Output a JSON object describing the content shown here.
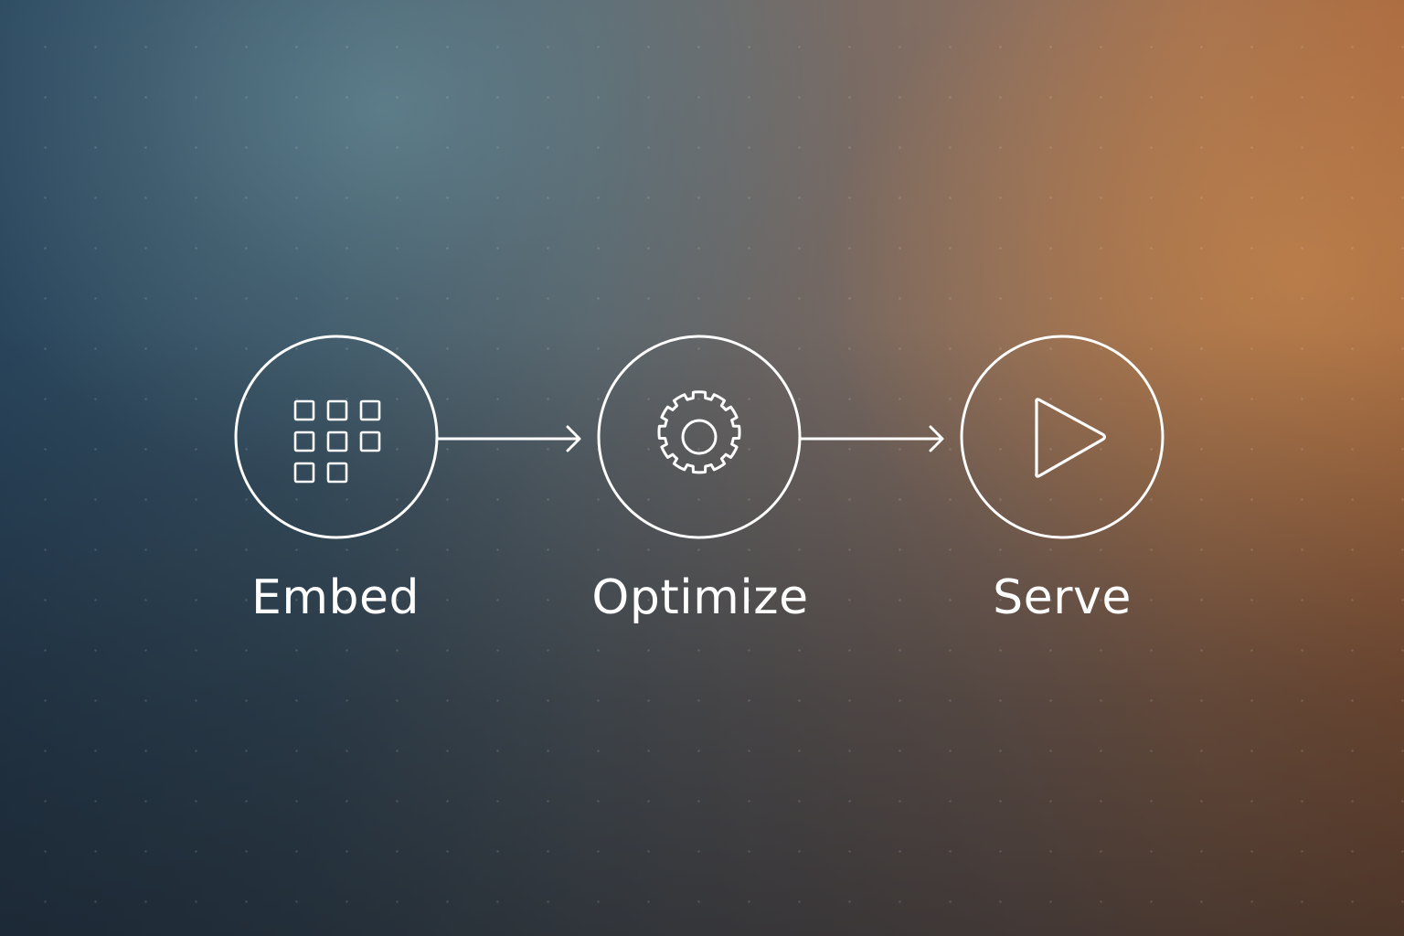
{
  "diagram": {
    "steps": [
      {
        "label": "Embed",
        "icon": "grid-icon"
      },
      {
        "label": "Optimize",
        "icon": "gear-icon"
      },
      {
        "label": "Serve",
        "icon": "play-icon"
      }
    ],
    "connectors": [
      "arrow-right",
      "arrow-right"
    ],
    "colors": {
      "stroke": "#ffffff",
      "background_left": "#2a475f",
      "background_right": "#a7673e"
    }
  }
}
